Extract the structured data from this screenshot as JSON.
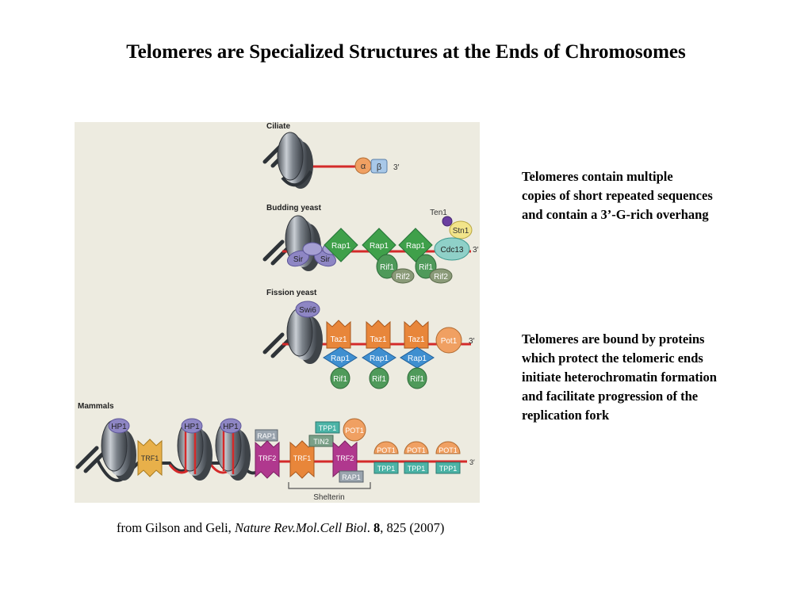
{
  "slide": {
    "title": "Telomeres are Specialized Structures at the Ends of Chromosomes"
  },
  "notes": [
    [
      "Telomeres contain multiple",
      "copies of short repeated sequences",
      "and contain a 3’-G-rich overhang"
    ],
    [
      "Telomeres are bound by proteins",
      "which protect the telomeric ends",
      "initiate heterochromatin formation",
      "and facilitate progression of the",
      "replication fork"
    ]
  ],
  "citation": {
    "prefix": "from Gilson and Geli, ",
    "journal": "Nature Rev.Mol.Cell Biol",
    "sep": ". ",
    "volume": "8",
    "rest": ", 825 (2007)"
  },
  "figure": {
    "ciliate": {
      "label": "Ciliate",
      "alpha": "α",
      "beta": "β",
      "end": "3′"
    },
    "budding_yeast": {
      "label": "Budding yeast",
      "ten1": "Ten1",
      "stn1": "Stn1",
      "cdc13": "Cdc13",
      "rap1": "Rap1",
      "rif1": "Rif1",
      "rif2": "Rif2",
      "sir": "Sir",
      "end": "3′"
    },
    "fission_yeast": {
      "label": "Fission yeast",
      "swi6": "Swi6",
      "taz1": "Taz1",
      "rap1": "Rap1",
      "rif1": "Rif1",
      "pot1": "Pot1",
      "end": "3′"
    },
    "mammals": {
      "label": "Mammals",
      "hp1": "HP1",
      "trf1": "TRF1",
      "trf2": "TRF2",
      "rap1": "RAP1",
      "tpp1": "TPP1",
      "tin2": "TIN2",
      "pot1": "POT1",
      "shelterin": "Shelterin",
      "end": "3′"
    }
  },
  "colors": {
    "figure_bg": "#edebe0",
    "dna_red": "#d42a2a",
    "rap1_green": "#3fa04a",
    "rif_green": "#4f9a5a",
    "taz1_orange": "#e8863a",
    "rap1_blue": "#3f8fd0",
    "hp1_purple": "#8e86c4",
    "trf2_magenta": "#b0388e",
    "tpp1_teal": "#4bb3a6",
    "pot1_orange": "#f0a062"
  }
}
